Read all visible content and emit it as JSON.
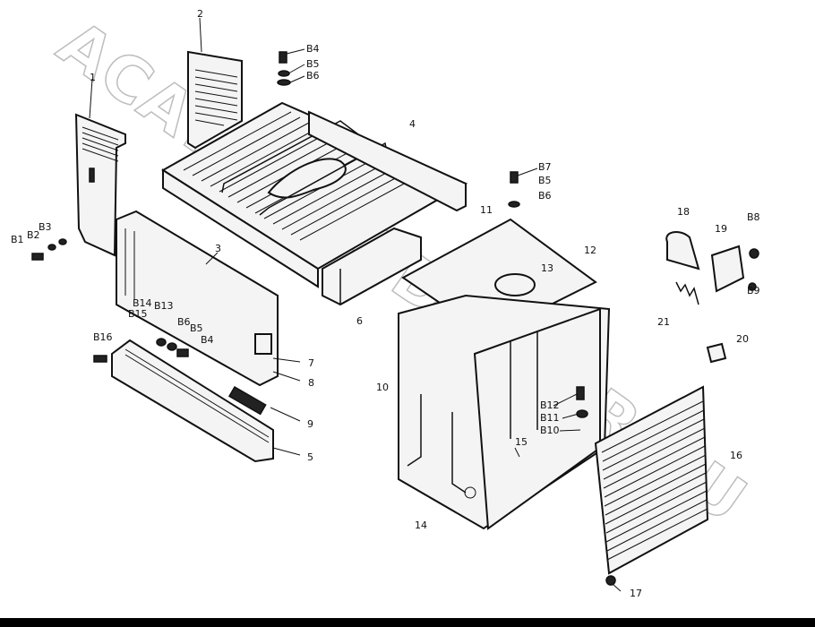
{
  "watermark": "ACAT-AUTODEALER.RU",
  "callouts": [
    {
      "id": "c1",
      "text": "1"
    },
    {
      "id": "c2",
      "text": "2"
    },
    {
      "id": "c3",
      "text": "3"
    },
    {
      "id": "c4",
      "text": "4"
    },
    {
      "id": "c5",
      "text": "5"
    },
    {
      "id": "c6",
      "text": "6"
    },
    {
      "id": "c7",
      "text": "7"
    },
    {
      "id": "c8",
      "text": "8"
    },
    {
      "id": "c9",
      "text": "9"
    },
    {
      "id": "c10",
      "text": "10"
    },
    {
      "id": "c11",
      "text": "11"
    },
    {
      "id": "c12",
      "text": "12"
    },
    {
      "id": "c13",
      "text": "13"
    },
    {
      "id": "c14",
      "text": "14"
    },
    {
      "id": "c15",
      "text": "15"
    },
    {
      "id": "c16",
      "text": "16"
    },
    {
      "id": "c17",
      "text": "17"
    },
    {
      "id": "c18",
      "text": "18"
    },
    {
      "id": "c19",
      "text": "19"
    },
    {
      "id": "c20",
      "text": "20"
    },
    {
      "id": "c21",
      "text": "21"
    },
    {
      "id": "cB1",
      "text": "B1"
    },
    {
      "id": "cB2",
      "text": "B2"
    },
    {
      "id": "cB3",
      "text": "B3"
    },
    {
      "id": "cB4a",
      "text": "B4"
    },
    {
      "id": "cB5a",
      "text": "B5"
    },
    {
      "id": "cB6a",
      "text": "B6"
    },
    {
      "id": "cB7",
      "text": "B7"
    },
    {
      "id": "cB5b",
      "text": "B5"
    },
    {
      "id": "cB6b",
      "text": "B6"
    },
    {
      "id": "cB8",
      "text": "B8"
    },
    {
      "id": "cB9",
      "text": "B9"
    },
    {
      "id": "cB14",
      "text": "B14"
    },
    {
      "id": "cB15",
      "text": "B15"
    },
    {
      "id": "cB13",
      "text": "B13"
    },
    {
      "id": "cB6c",
      "text": "B6"
    },
    {
      "id": "cB5c",
      "text": "B5"
    },
    {
      "id": "cB4b",
      "text": "B4"
    },
    {
      "id": "cB16",
      "text": "B16"
    },
    {
      "id": "cB12",
      "text": "B12"
    },
    {
      "id": "cB11",
      "text": "B11"
    },
    {
      "id": "cB10",
      "text": "B10"
    }
  ]
}
